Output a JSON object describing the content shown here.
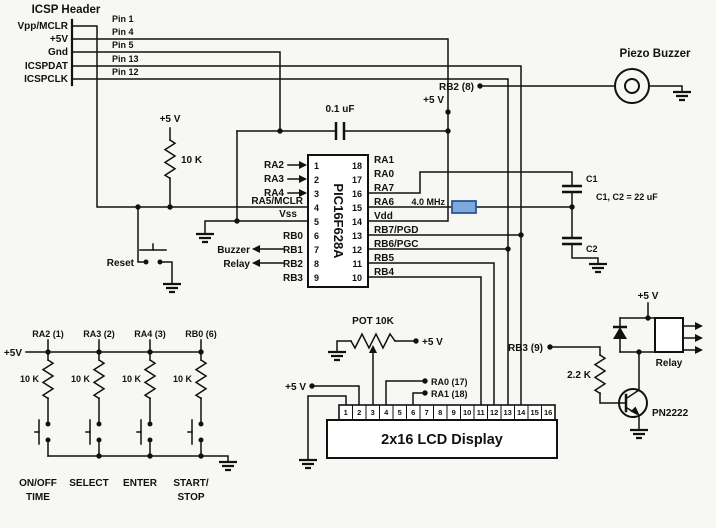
{
  "icsp": {
    "title": "ICSP Header",
    "rows": [
      {
        "signal": "Vpp/MCLR",
        "pin": "Pin 1"
      },
      {
        "signal": "+5V",
        "pin": "Pin 4"
      },
      {
        "signal": "Gnd",
        "pin": "Pin 5"
      },
      {
        "signal": "ICSPDAT",
        "pin": "Pin 13"
      },
      {
        "signal": "ICSPCLK",
        "pin": "Pin 12"
      }
    ]
  },
  "power": {
    "plus5v": "+5 V",
    "plus5v_tight": "+5V"
  },
  "bypass_cap": {
    "value": "0.1 uF"
  },
  "pullup": {
    "value": "10 K"
  },
  "reset": {
    "label": "Reset"
  },
  "mcu": {
    "part": "PIC16F628A",
    "left": [
      {
        "n": "1",
        "l": "RA2"
      },
      {
        "n": "2",
        "l": "RA3"
      },
      {
        "n": "3",
        "l": "RA4"
      },
      {
        "n": "4",
        "l": "RA5/MCLR"
      },
      {
        "n": "5",
        "l": "Vss"
      },
      {
        "n": "6",
        "l": "RB0"
      },
      {
        "n": "7",
        "l": "RB1"
      },
      {
        "n": "8",
        "l": "RB2"
      },
      {
        "n": "9",
        "l": "RB3"
      }
    ],
    "right": [
      {
        "n": "18",
        "l": "RA1"
      },
      {
        "n": "17",
        "l": "RA0"
      },
      {
        "n": "16",
        "l": "RA7"
      },
      {
        "n": "15",
        "l": "RA6"
      },
      {
        "n": "14",
        "l": "Vdd"
      },
      {
        "n": "13",
        "l": "RB7/PGD"
      },
      {
        "n": "12",
        "l": "RB6/PGC"
      },
      {
        "n": "11",
        "l": "RB5"
      },
      {
        "n": "10",
        "l": "RB4"
      }
    ],
    "out_buzzer": "Buzzer",
    "out_relay": "Relay"
  },
  "osc": {
    "xtal": "4.0 MHz",
    "c1": "C1",
    "c2": "C2",
    "note": "C1, C2 = 22 uF"
  },
  "buzzer": {
    "title": "Piezo Buzzer",
    "net": "RB2 (8)"
  },
  "buttons": {
    "rail": "+5V",
    "columns": [
      {
        "net": "RA2 (1)",
        "r": "10 K",
        "label1": "ON/OFF",
        "label2": "TIME"
      },
      {
        "net": "RA3 (2)",
        "r": "10 K",
        "label1": "SELECT",
        "label2": ""
      },
      {
        "net": "RA4 (3)",
        "r": "10 K",
        "label1": "ENTER",
        "label2": ""
      },
      {
        "net": "RB0 (6)",
        "r": "10 K",
        "label1": "START/",
        "label2": "STOP"
      }
    ]
  },
  "lcd": {
    "pot": "POT 10K",
    "title": "2x16 LCD Display",
    "rs_net": "RA0 (17)",
    "e_net": "RA1 (18)",
    "pins": [
      "1",
      "2",
      "3",
      "4",
      "5",
      "6",
      "7",
      "8",
      "9",
      "10",
      "11",
      "12",
      "13",
      "14",
      "15",
      "16"
    ]
  },
  "relay": {
    "net": "RB3 (9)",
    "base_r": "2.2 K",
    "transistor": "PN2222",
    "label": "Relay"
  }
}
